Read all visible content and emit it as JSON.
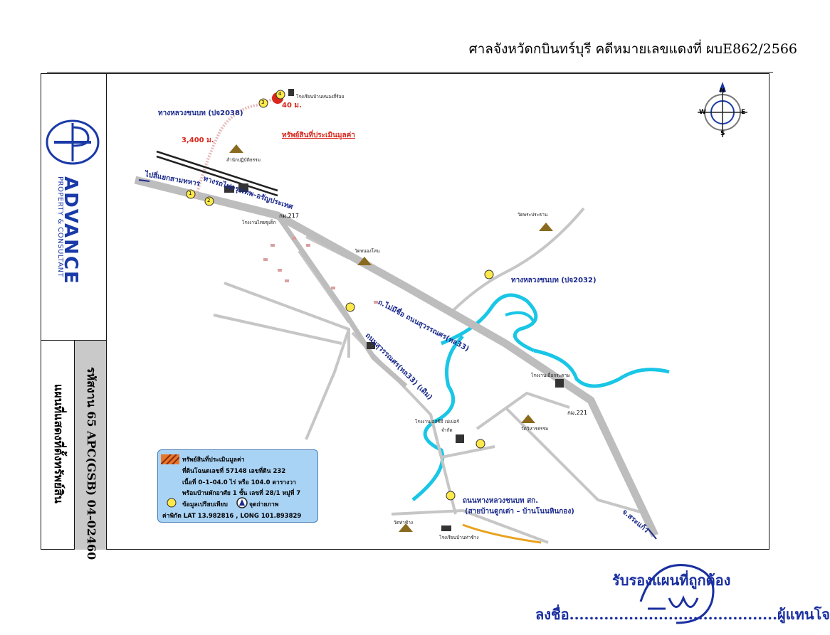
{
  "header": {
    "text": "ศาลจังหวัดกบินทร์บุรี  คดีหมายเลขแดงที่ ผบE862/2566"
  },
  "brand": {
    "name": "ADVANCE",
    "tagline": "PROPERTY & CONSULTANT"
  },
  "sidebar": {
    "code": "รหัสงาน   65 APC(GSB) 04-02460",
    "title": "แผนที่แสดงที่ตั้งทรัพย์สิน"
  },
  "map": {
    "road_labels": {
      "rural_2038": "ทางหลวงชนบท (ปจ2038)",
      "rural_2032": "ทางหลวงชนบท (ปจ2032)",
      "railway": "ทางรถไฟกรุงเทพ–อรัญประเทศ",
      "to_junction": "ไปสี่แยกสามทหาร",
      "highway_33_main": "ถ.ไม่มีชื่อ ถนนสุวรรณศร(ทล33)",
      "highway_33_old": "ถนนสุวรรณศร(ทล33) (เดิม)",
      "rural_sk": "ถนนทางหลวงชนบท สก.",
      "rural_sk_sub": "(สายบ้านดูกเต่า – บ้านโนนหินกอง)",
      "to_sa_kaeo": "จ.สระแก้ว"
    },
    "distances": {
      "d1": "3,400 ม.",
      "d2": "40 ม."
    },
    "property_label": "ทรัพย์สินที่ประเมินมูลค่า",
    "km_markers": {
      "km217": "กม.217",
      "km221": "กม.221"
    },
    "place_labels": {
      "school_top": "โรงเรียนบ้านหนองสี่ร้อย",
      "temple_left": "สำนักปฏิบัติธรรม",
      "factory_top": "โรงงานไทยซูเต็ก",
      "temple_right": "วัดพระประธาน",
      "temple_mid": "วัดหนองโสน",
      "factory_right": "โรงงานเยื่อกระดาษ",
      "temple_bottom_right": "วัดวิหารธรรม",
      "factory_bottom": "โรงงานเอสซีจี เปเปอร์",
      "factory_bottom_sub": "จำกัด",
      "temple_bottom": "วัดท่าช้าง",
      "school_bottom": "โรงเรียนบ้านท่าช้าง"
    },
    "markers": [
      "1",
      "2",
      "3",
      "4"
    ],
    "compass": {
      "n": "N",
      "s": "S",
      "e": "E",
      "w": "W"
    }
  },
  "legend": {
    "title": "ทรัพย์สินที่ประเมินมูลค่า",
    "deed": "ที่ดินโฉนดเลขที่ 57148 เลขที่ดิน 232",
    "area": "เนื้อที่ 0–1–04.0 ไร่ หรือ 104.0 ตารางวา",
    "building": "พร้อมบ้านพักอาศัย 1 ชั้น เลขที่ 28/1 หมู่ที่ 7",
    "compare": "ข้อมูลเปรียบเทียบ",
    "photo": "จุดถ่ายภาพ",
    "coord": "ค่าพิกัด LAT 13.982816 , LONG 101.893829"
  },
  "signature": {
    "certify": "รับรองแผนที่ถูกต้อง",
    "sign_line": "ลงชื่อ..........................................ผู้แทนโจทก์"
  },
  "colors": {
    "road": "#bdbdbd",
    "river": "#19c6e6",
    "brand_blue": "#1a3aa8",
    "legend_bg": "#a9d3f5",
    "property_red": "#d8271c",
    "orange_road": "#e8a21e"
  }
}
